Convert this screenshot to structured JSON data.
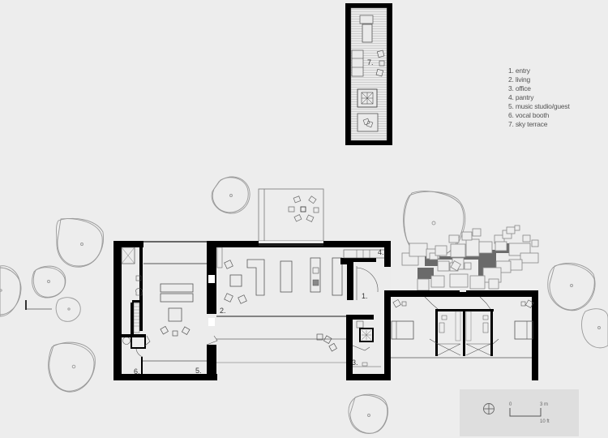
{
  "legend": {
    "items": [
      "1. entry",
      "2. living",
      "3. office",
      "4. pantry",
      "5. music studio/guest",
      "6. vocal booth",
      "7. sky terrace"
    ]
  },
  "rooms": {
    "entry": "1.",
    "living": "2.",
    "office": "3.",
    "pantry": "4.",
    "music_studio": "5.",
    "vocal_booth": "6.",
    "sky_terrace": "7."
  },
  "scale": {
    "zero": "0",
    "metric": "3 m",
    "imperial": "10 ft"
  },
  "colors": {
    "background": "#ededed",
    "wall": "#000000",
    "line": "#555555",
    "paving_dark": "#666666",
    "scale_box": "#dedede"
  }
}
